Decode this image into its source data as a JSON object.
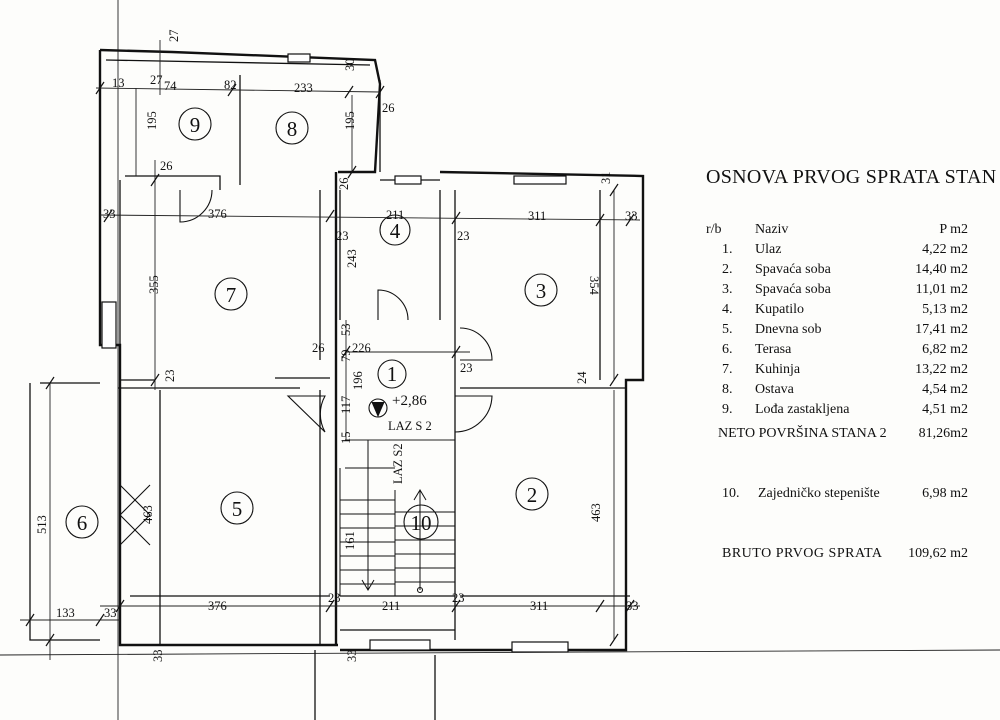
{
  "title": "OSNOVA PRVOG SPRATA STAN",
  "table": {
    "header": {
      "rb": "r/b",
      "name": "Naziv",
      "area": "P m2"
    },
    "rows": [
      {
        "rb": "1.",
        "name": "Ulaz",
        "area": "4,22 m2"
      },
      {
        "rb": "2.",
        "name": "Spavaća soba",
        "area": "14,40 m2"
      },
      {
        "rb": "3.",
        "name": "Spavaća soba",
        "area": "11,01 m2"
      },
      {
        "rb": "4.",
        "name": "Kupatilo",
        "area": "5,13 m2"
      },
      {
        "rb": "5.",
        "name": "Dnevna sob",
        "area": "17,41 m2"
      },
      {
        "rb": "6.",
        "name": "Terasa",
        "area": "6,82 m2"
      },
      {
        "rb": "7.",
        "name": "Kuhinja",
        "area": "13,22 m2"
      },
      {
        "rb": "8.",
        "name": "Ostava",
        "area": "4,54 m2"
      },
      {
        "rb": "9.",
        "name": "Lođa zastakljena",
        "area": "4,51 m2"
      }
    ],
    "net": {
      "label": "NETO POVRŠINA STANA 2",
      "area": "81,26m2"
    },
    "common": {
      "rb": "10.",
      "name": "Zajedničko stepenište",
      "area": "6,98 m2"
    },
    "gross": {
      "label": "BRUTO PRVOG SPRATA",
      "area": "109,62 m2"
    }
  },
  "plan": {
    "rooms": [
      "1",
      "2",
      "3",
      "4",
      "5",
      "6",
      "7",
      "8",
      "9",
      "10"
    ],
    "elevation": "+2,86",
    "labels": {
      "laz_s2": "LAZ S2",
      "laz_s2_b": "LAZ S 2"
    },
    "dims": {
      "d13": "13",
      "d27": "27",
      "d74": "74",
      "d82": "82",
      "d233": "233",
      "d30": "30",
      "d195a": "195",
      "d195b": "195",
      "d26a": "26",
      "d26b": "26",
      "d26c": "26",
      "d26d": "26",
      "d33a": "33",
      "d376a": "376",
      "d211a": "211",
      "d311a": "311",
      "d31": "31",
      "d33b": "33",
      "d23a": "23",
      "d23b": "23",
      "d243": "243",
      "d355": "355",
      "d354": "354",
      "d53": "53",
      "d226": "226",
      "d79": "79",
      "d196": "196",
      "d117": "117",
      "d15": "15",
      "d23c": "23",
      "d23d": "23",
      "d24": "24",
      "d463a": "463",
      "d463b": "463",
      "d513": "513",
      "d133": "133",
      "d33c": "33",
      "d376b": "376",
      "d23e": "23",
      "d211b": "211",
      "d23f": "23",
      "d311b": "311",
      "d33d": "33",
      "d33e": "33",
      "d33f": "33",
      "d161": "161"
    }
  }
}
